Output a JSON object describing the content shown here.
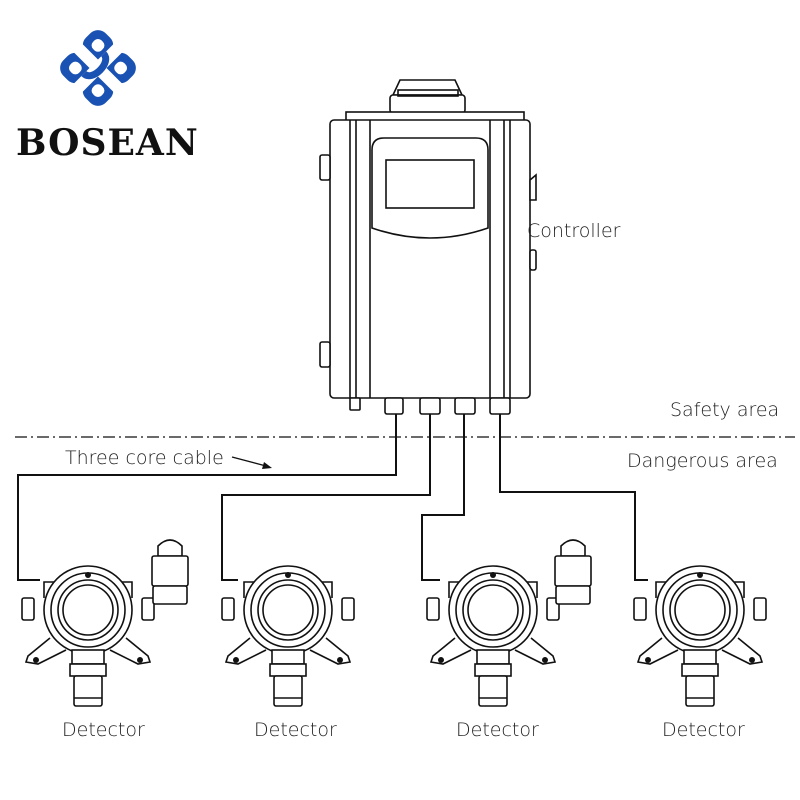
{
  "brand": {
    "name": "BOSEAN",
    "logo_color": "#1a52b4"
  },
  "labels": {
    "controller": "Controller",
    "safety_area": "Safety area",
    "dangerous_area": "Dangerous area",
    "cable": "Three core cable",
    "detector": "Detector"
  },
  "colors": {
    "line": "#111111",
    "text": "#222222"
  }
}
